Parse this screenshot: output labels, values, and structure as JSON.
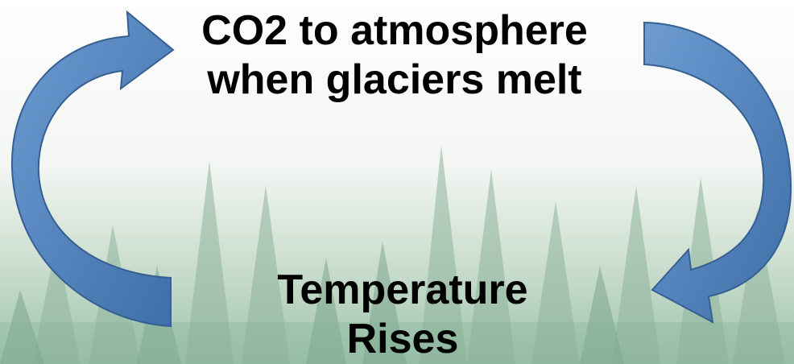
{
  "diagram": {
    "type": "cycle",
    "nodes": [
      {
        "lines": [
          "CO2 to atmosphere",
          "when glaciers melt"
        ]
      },
      {
        "lines": [
          "Temperature",
          "Rises"
        ]
      }
    ],
    "edges": [
      {
        "from": 0,
        "to": 1,
        "direction": "clockwise-right"
      },
      {
        "from": 1,
        "to": 0,
        "direction": "clockwise-left"
      }
    ]
  },
  "colors": {
    "arrow_fill": "#4f81bd",
    "arrow_stroke": "#3a6699",
    "sky": "#ffffff",
    "trees": "#7da58d",
    "text": "#000000"
  },
  "background": "faded coniferous forest photo"
}
